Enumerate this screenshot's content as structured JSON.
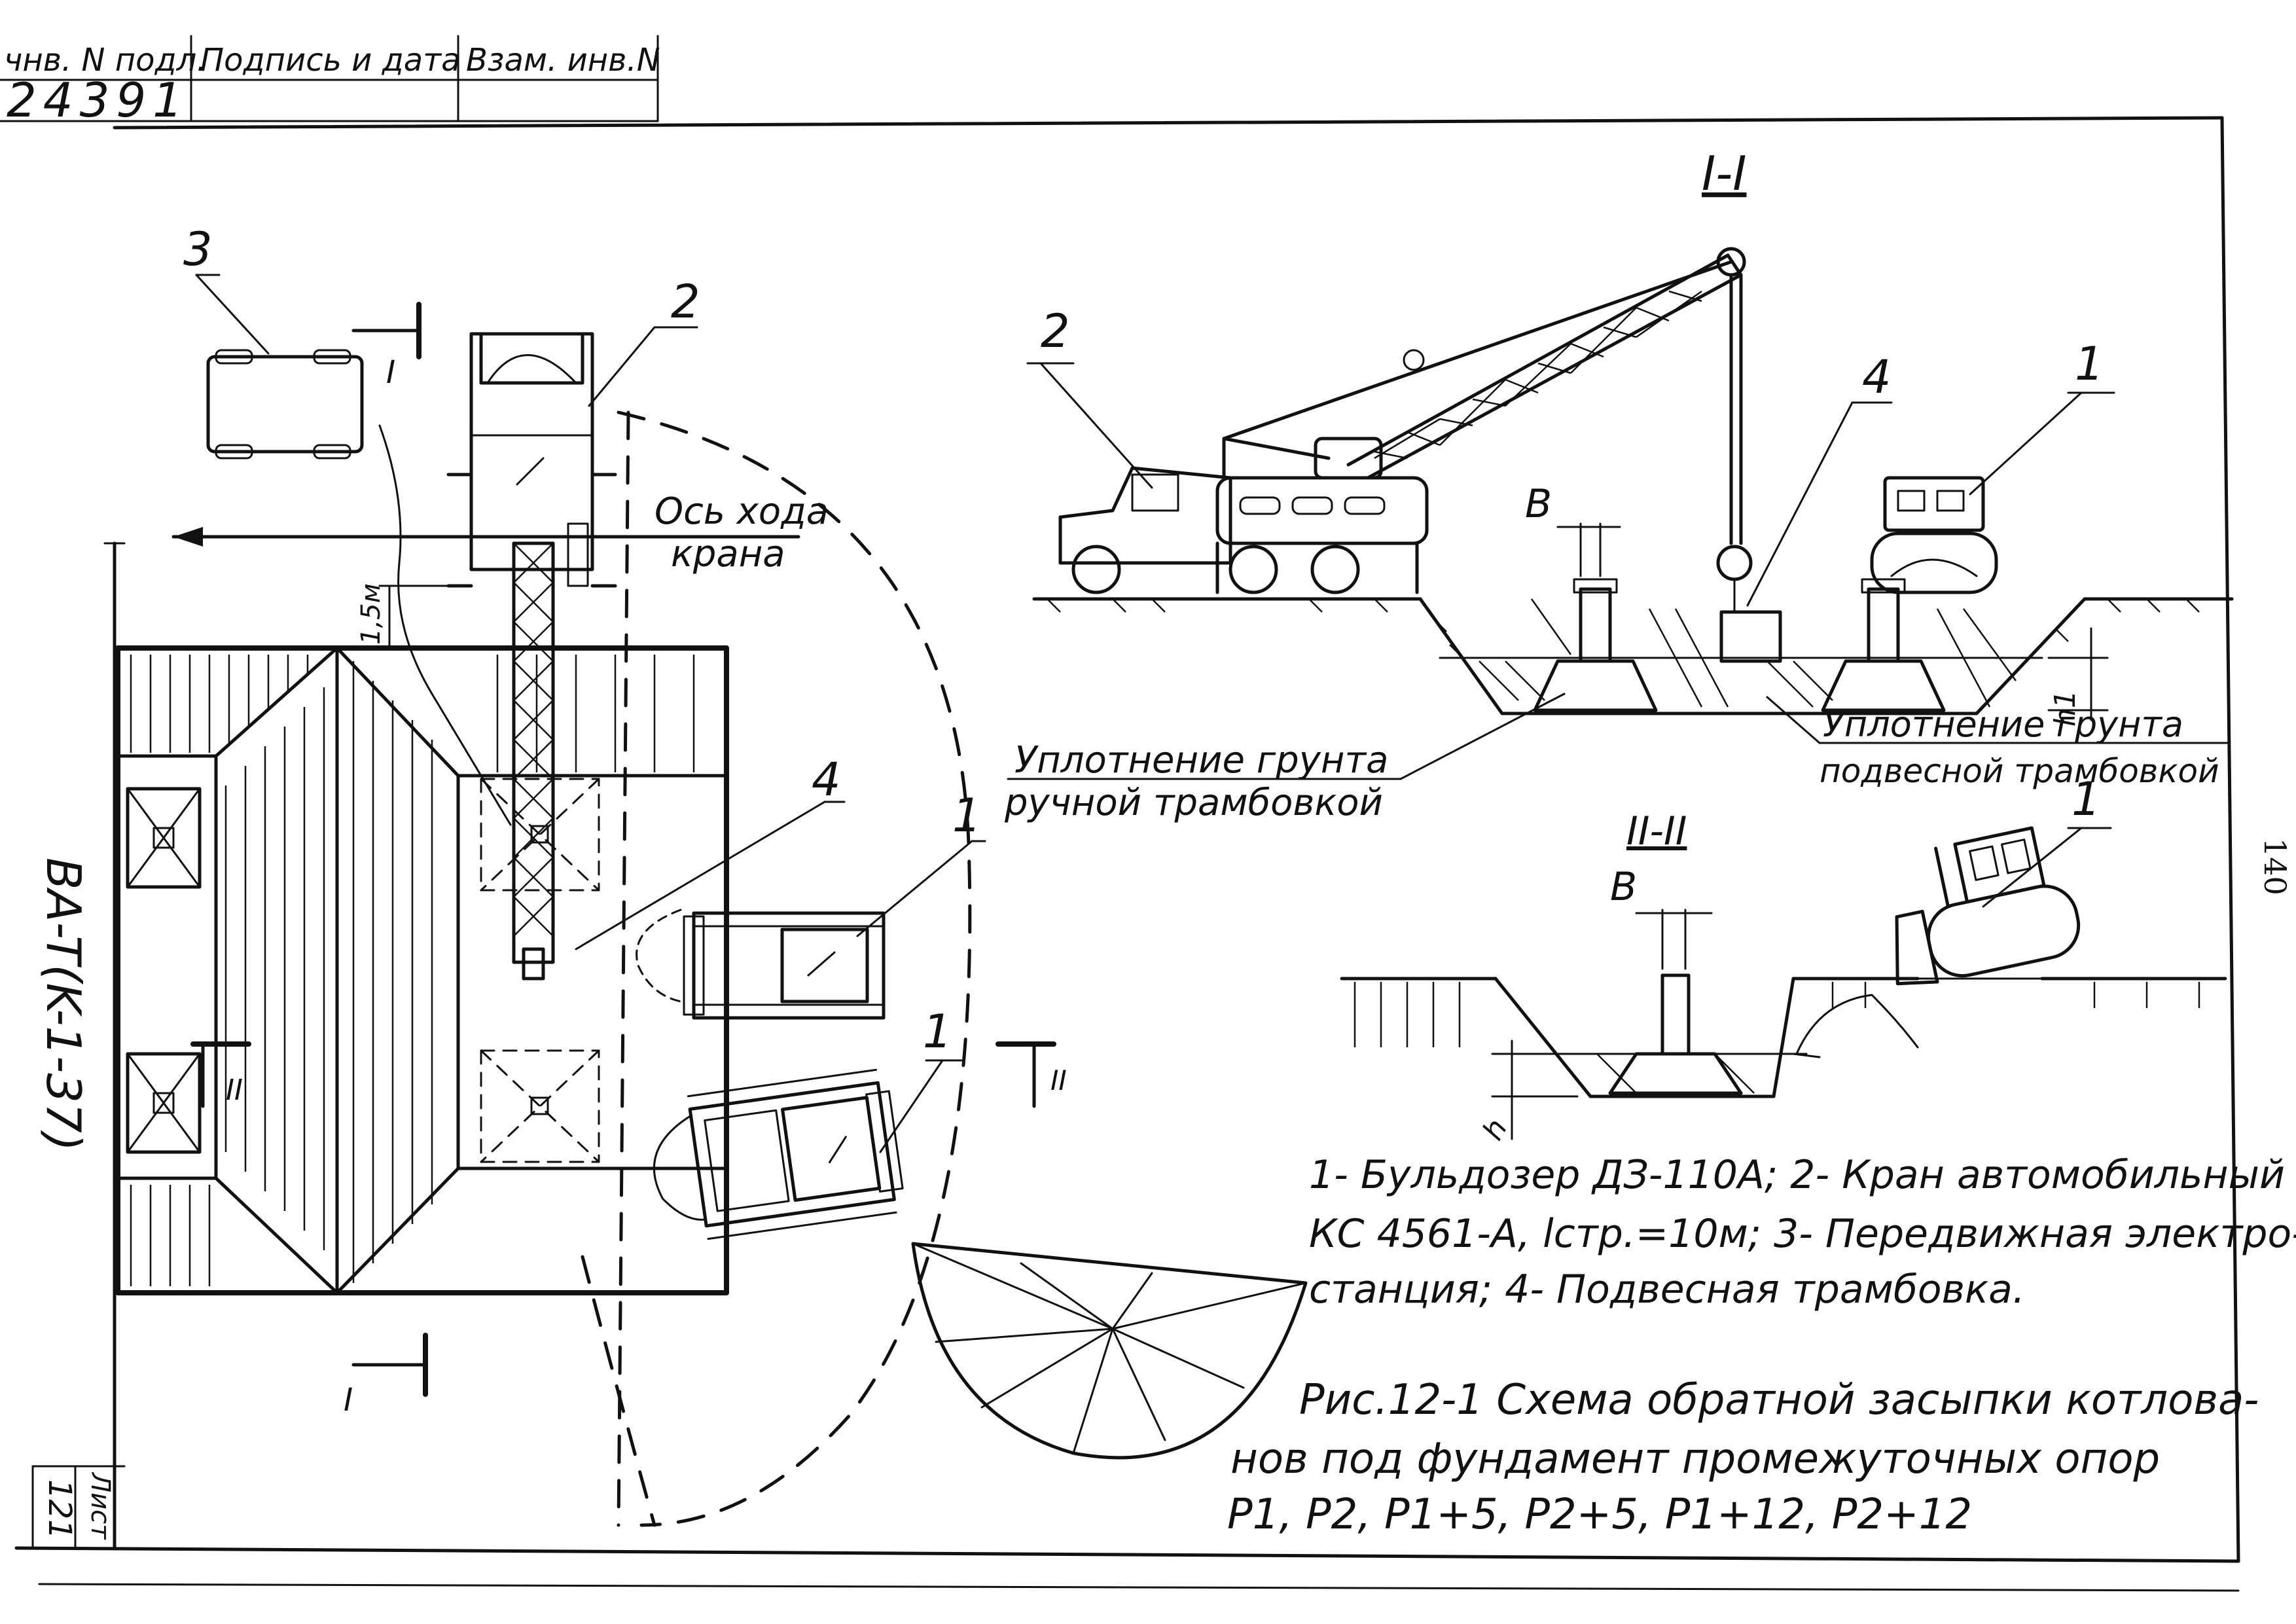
{
  "stamp": {
    "col1_header": "чнв. N подл.",
    "col2_header": "Подпись и дата",
    "col3_header": "Взам. инв.N",
    "inventory_number": "24391"
  },
  "margin_code": "BA-T(K-1-37)",
  "corner_block": {
    "sheet_label": "Лист",
    "sheet_number": "121"
  },
  "page_number": "140",
  "plan": {
    "label_item3": "3",
    "label_item2": "2",
    "label_item4": "4",
    "label_item1_upper": "1",
    "label_item1_lower": "1",
    "crane_axis_line1": "Ось хода",
    "crane_axis_line2": "крана",
    "dim_offset": "1,5м",
    "section_I_top": "I",
    "section_I_bottom": "I",
    "section_II_left": "II",
    "section_II_right": "II"
  },
  "section_I": {
    "title": "I-I",
    "label_item2": "2",
    "label_item4": "4",
    "label_item1": "1",
    "dim_b": "B",
    "dim_h1": "h1",
    "note_hand_line1": "Уплотнение грунта",
    "note_hand_line2": "ручной трамбовкой",
    "note_hung_line1": "Уплотнение грунта",
    "note_hung_line2": "подвесной трамбовкой"
  },
  "section_II": {
    "title": "II-II",
    "label_item1": "1",
    "dim_b": "B",
    "dim_h": "h"
  },
  "legend": {
    "line1": "1- Бульдозер ДЗ-110А; 2- Кран автомобильный",
    "line2": "КС 4561-А, lстр.=10м; 3- Передвижная электро-",
    "line3": "станция; 4- Подвесная трамбовка."
  },
  "caption": {
    "line1": "Рис.12-1 Схема обратной засыпки котлова-",
    "line2": "нов под фундамент промежуточных опор",
    "line3": "Р1, Р2, Р1+5, Р2+5, Р1+12, Р2+12"
  }
}
